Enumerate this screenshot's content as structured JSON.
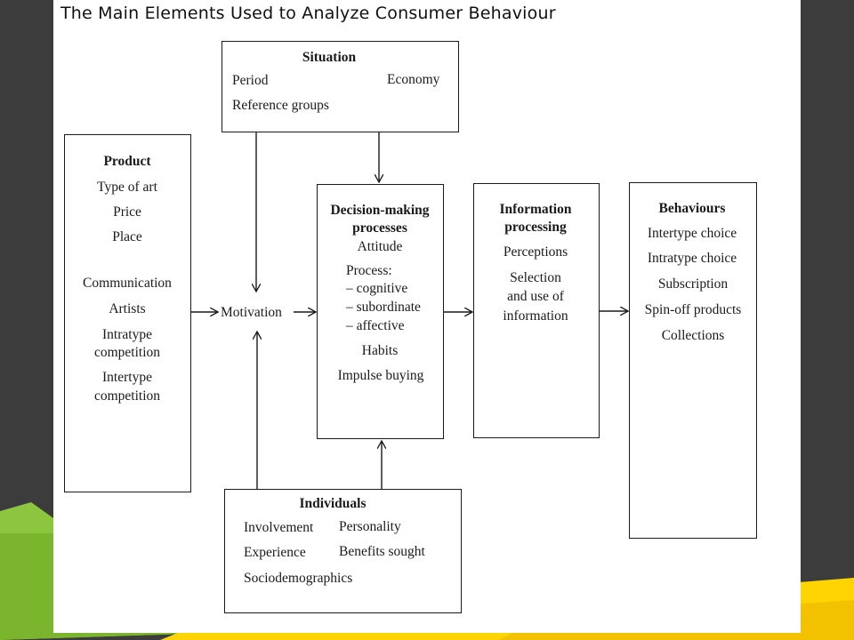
{
  "title": "The Main Elements Used to Analyze Consumer Behaviour",
  "situation": {
    "heading": "Situation",
    "items": [
      "Period",
      "Economy",
      "Reference groups"
    ]
  },
  "product": {
    "heading": "Product",
    "items": [
      "Type of art",
      "Price",
      "Place",
      "Communication",
      "Artists",
      "Intratype",
      "competition",
      "Intertype",
      "competition"
    ]
  },
  "motivation": {
    "label": "Motivation"
  },
  "decision": {
    "heading_line1": "Decision-making",
    "heading_line2": "processes",
    "items": [
      "Attitude",
      "Process:",
      "– cognitive",
      "– subordinate",
      "– affective",
      "Habits",
      "Impulse buying"
    ]
  },
  "information": {
    "heading_line1": "Information",
    "heading_line2": "processing",
    "items": [
      "Perceptions",
      "Selection",
      "and use of",
      "information"
    ]
  },
  "behaviours": {
    "heading": "Behaviours",
    "items": [
      "Intertype choice",
      "Intratype choice",
      "Subscription",
      "Spin-off products",
      "Collections"
    ]
  },
  "individuals": {
    "heading": "Individuals",
    "items": [
      "Involvement",
      "Personality",
      "Experience",
      "Benefits sought",
      "Sociodemographics"
    ]
  },
  "colors": {
    "background": "#3c3c3c",
    "accent_green": "#8cc63f",
    "accent_yellow": "#ffd400",
    "ink": "#1a1a1a"
  }
}
